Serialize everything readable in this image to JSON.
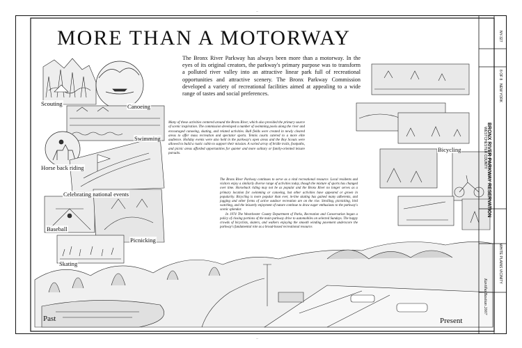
{
  "title": "MORE THAN A MOTORWAY",
  "intro": "The Bronx River Parkway has always been more than a motorway. In the eyes of its original creators, the parkway's primary purpose was to transform a polluted river valley into an attractive linear park full of recreational opportunities and attractive scenery. The Bronx Parkway Commission developed a variety of recreational facilities aimed at appealing to a wide range of tastes and social preferences.",
  "paragraph_2": "Many of these activities centered around the Bronx River, which also provided the primary source of scenic inspiration. The commission developed a number of swimming pools along the river and encouraged canoeing, skating, and related activities. Ball fields were created in newly cleared areas to offer mass recreation and spectator sports. Tennis courts catered to a more elite audience. Holiday events were also held in the parkway's open areas and the Boy Scouts were allowed to build a rustic cabin to support their mission. A varied array of bridle trails, footpaths, and picnic areas afforded opportunities for quieter and more solitary or family-oriented leisure pursuits.",
  "paragraph_3a": "The Bronx River Parkway continues to serve as a vital recreational resource. Local residents and visitors enjoy a similarly diverse range of activities today, though the mixture of sports has changed over time. Horseback riding may not be as popular and the Bronx River no longer serves as a primary location for swimming or canoeing, but other activities have appeared or grown in popularity. Bicycling is more popular than ever, in-line skating has gained many adherents, and jogging and other forms of active outdoor recreation are on the rise. Strolling, picnicking, bird watching, and the leisurely enjoyment of nature continue to draw eager enthusiasts to the parkway's scenic splendor.",
  "paragraph_3b": "In 1974 The Westchester County Department of Parks, Recreation and Conservation began a policy of closing portions of the main parkway drive to automobiles on selected Sundays. The happy crowds of bicyclists, skaters, and walkers enjoying the smooth winding pavement underscore the parkway's fundamental role as a broad-based recreational resource.",
  "labels": {
    "scouting": "Scouting",
    "canoeing": "Canoeing",
    "swimming": "Swimming",
    "horseback": "Horse back riding",
    "celebrating": "Celebrating  national events",
    "baseball": "Baseball",
    "picnicking": "Picnicking",
    "skating": "Skating",
    "bicycling": "Bicycling",
    "past": "Past",
    "present": "Present"
  },
  "title_block": {
    "project": "BRONX RIVER PARKWAY RESERVATION",
    "location": "WHITE PLAINS VICINITY",
    "state": "NEW YORK",
    "county": "WESTCHESTER COUNTY",
    "survey_no": "NY-327",
    "artist": "Kavitha Bastian 2007",
    "sheet": "8 OF 8"
  }
}
